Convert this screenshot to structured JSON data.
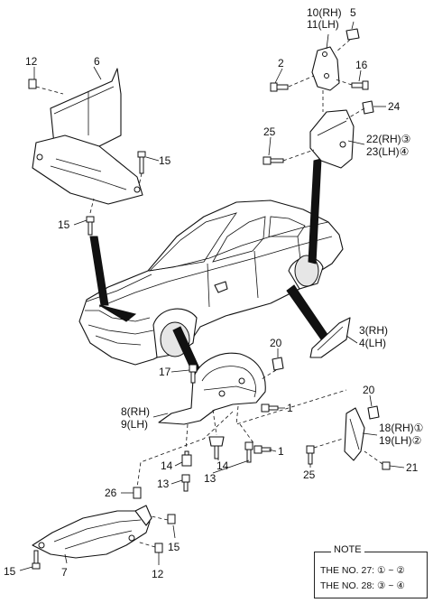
{
  "callouts": [
    {
      "id": "c-10-11",
      "lines": [
        "10(RH)",
        "11(LH)"
      ]
    },
    {
      "id": "c-5",
      "lines": [
        "5"
      ]
    },
    {
      "id": "c-2-top",
      "lines": [
        "2"
      ]
    },
    {
      "id": "c-16",
      "lines": [
        "16"
      ]
    },
    {
      "id": "c-24",
      "lines": [
        "24"
      ]
    },
    {
      "id": "c-25-top",
      "lines": [
        "25"
      ]
    },
    {
      "id": "c-22-23",
      "lines": [
        "22(RH)③",
        "23(LH)④"
      ]
    },
    {
      "id": "c-12-top",
      "lines": [
        "12"
      ]
    },
    {
      "id": "c-6",
      "lines": [
        "6"
      ]
    },
    {
      "id": "c-15-a",
      "lines": [
        "15"
      ]
    },
    {
      "id": "c-15-b",
      "lines": [
        "15"
      ]
    },
    {
      "id": "c-3-4",
      "lines": [
        "3(RH)",
        "4(LH)"
      ]
    },
    {
      "id": "c-20-a",
      "lines": [
        "20"
      ]
    },
    {
      "id": "c-17",
      "lines": [
        "17"
      ]
    },
    {
      "id": "c-8-9",
      "lines": [
        "8(RH)",
        "9(LH)"
      ]
    },
    {
      "id": "c-1-a",
      "lines": [
        "1"
      ]
    },
    {
      "id": "c-1-b",
      "lines": [
        "1"
      ]
    },
    {
      "id": "c-20-b",
      "lines": [
        "20"
      ]
    },
    {
      "id": "c-18-19",
      "lines": [
        "18(RH)①",
        "19(LH)②"
      ]
    },
    {
      "id": "c-25-b",
      "lines": [
        "25"
      ]
    },
    {
      "id": "c-21",
      "lines": [
        "21"
      ]
    },
    {
      "id": "c-14-a",
      "lines": [
        "14"
      ]
    },
    {
      "id": "c-14-b",
      "lines": [
        "14"
      ]
    },
    {
      "id": "c-13-a",
      "lines": [
        "13"
      ]
    },
    {
      "id": "c-13-b",
      "lines": [
        "13"
      ]
    },
    {
      "id": "c-26",
      "lines": [
        "26"
      ]
    },
    {
      "id": "c-15-c",
      "lines": [
        "15"
      ]
    },
    {
      "id": "c-15-d",
      "lines": [
        "15"
      ]
    },
    {
      "id": "c-7",
      "lines": [
        "7"
      ]
    },
    {
      "id": "c-12-b",
      "lines": [
        "12"
      ]
    }
  ],
  "note": {
    "title": "NOTE",
    "lines": [
      "THE NO. 27: ① ~ ②",
      "THE NO. 28: ③ ~ ④"
    ]
  }
}
